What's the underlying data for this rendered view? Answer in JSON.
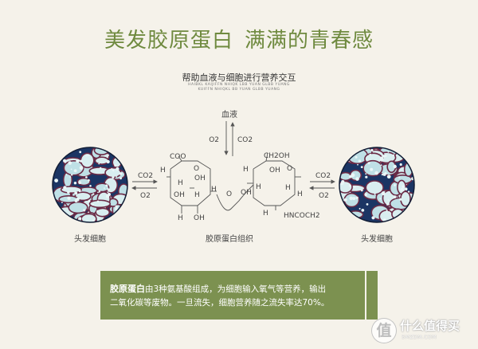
{
  "title": {
    "part1": "美发胶原蛋白",
    "part2": "满满的青春感"
  },
  "subtitle": "帮助血液与细胞进行营养交互",
  "pinyin": {
    "line1": "HAIBKL KAIJIFFN NHIQK LBB YUAN GLBB YUANG",
    "line2": "KUIFFN NHIQKL BB YUAN GLBB YUANG"
  },
  "diagram": {
    "blood_label": "血液",
    "top_o2": "O2",
    "top_co2": "CO2",
    "left_co2": "CO2",
    "left_o2": "O2",
    "right_co2": "CO2",
    "right_o2": "O2",
    "left_cell_label": "头发细胞",
    "right_cell_label": "头发细胞",
    "center_label": "胶原蛋白组织",
    "molecule": {
      "coo": "COO",
      "h": "H",
      "oh": "OH",
      "o": "O",
      "ch2oh": "CH2OH",
      "hncoch2": "HNCOCH2"
    }
  },
  "info": {
    "highlight": "胶原蛋白",
    "line1_rest": "由3种氨基酸组成，为细胞输入氧气等营养，输出",
    "line2": "二氧化碳等废物。一旦流失，细胞营养随之流失率达70%。"
  },
  "watermark": {
    "glyph": "值",
    "name": "什么值得买",
    "url": "SMZDM.COM"
  },
  "colors": {
    "title_green": "#6f8a3f",
    "panel_green": "#7c9150",
    "background": "#f5f2ea"
  }
}
